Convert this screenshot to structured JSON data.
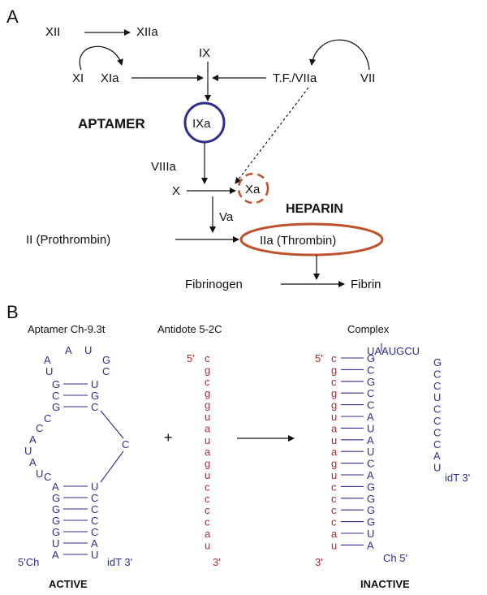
{
  "panel_a": {
    "letter": "A",
    "labels": {
      "xii": "XII",
      "xiia": "XIIa",
      "xi": "XI",
      "xia": "XIa",
      "ix": "IX",
      "tf_viia": "T.F./VIIa",
      "vii": "VII",
      "aptamer": "APTAMER",
      "ixa": "IXa",
      "viiia": "VIIIa",
      "x": "X",
      "xa": "Xa",
      "heparin": "HEPARIN",
      "va": "Va",
      "prothrombin": "II (Prothrombin)",
      "thrombin": "IIa (Thrombin)",
      "fibrinogen": "Fibrinogen",
      "fibrin": "Fibrin"
    },
    "colors": {
      "aptamer": "#2e2e8c",
      "heparin": "#c0502a",
      "black": "#111111"
    }
  },
  "panel_b": {
    "letter": "B",
    "headers": {
      "aptamer": "Aptamer Ch-9.3t",
      "antidote": "Antidote 5-2C",
      "complex": "Complex"
    },
    "plus": "+",
    "aptamer_structure": {
      "loop_top": [
        "A",
        "U"
      ],
      "loop_left": "A",
      "loop_right": "G",
      "loop_left2": "U",
      "loop_right2": "C",
      "stem1_left": [
        "G",
        "C",
        "G"
      ],
      "stem1_right": [
        "U",
        "G",
        "C"
      ],
      "bulge_left": [
        "C",
        "C",
        "A",
        "U",
        "A",
        "U",
        "C"
      ],
      "bulge_right": "C",
      "stem2_left": [
        "A",
        "G",
        "G",
        "G",
        "G",
        "U",
        "A"
      ],
      "stem2_right": [
        "U",
        "C",
        "C",
        "C",
        "C",
        "A",
        "U"
      ],
      "five_prime": "5'Ch",
      "three_prime": "idT 3'"
    },
    "antidote": {
      "five_prime": "5'",
      "sequence": [
        "c",
        "g",
        "c",
        "g",
        "g",
        "u",
        "a",
        "u",
        "a",
        "g",
        "u",
        "c",
        "c",
        "c",
        "c",
        "a",
        "u"
      ],
      "three_prime": "3'"
    },
    "complex": {
      "five_prime": "5'",
      "three_prime": "3'",
      "red_strand": [
        "c",
        "g",
        "c",
        "g",
        "g",
        "u",
        "a",
        "u",
        "a",
        "g",
        "u",
        "c",
        "c",
        "c",
        "c",
        "a",
        "u"
      ],
      "blue_paired": [
        "G",
        "C",
        "G",
        "C",
        "C",
        "A",
        "U",
        "A",
        "U",
        "C",
        "A",
        "G",
        "G",
        "G",
        "G",
        "U",
        "A"
      ],
      "top_loop": "UAAUGCU",
      "right_strand": [
        "G",
        "C",
        "C",
        "U",
        "C",
        "C",
        "C",
        "C",
        "A",
        "U"
      ],
      "idt": "idT 3'",
      "ch5": "Ch 5'"
    },
    "status": {
      "active": "ACTIVE",
      "inactive": "INACTIVE"
    },
    "colors": {
      "blue": "#2e2e8c",
      "red": "#c0202a"
    }
  }
}
